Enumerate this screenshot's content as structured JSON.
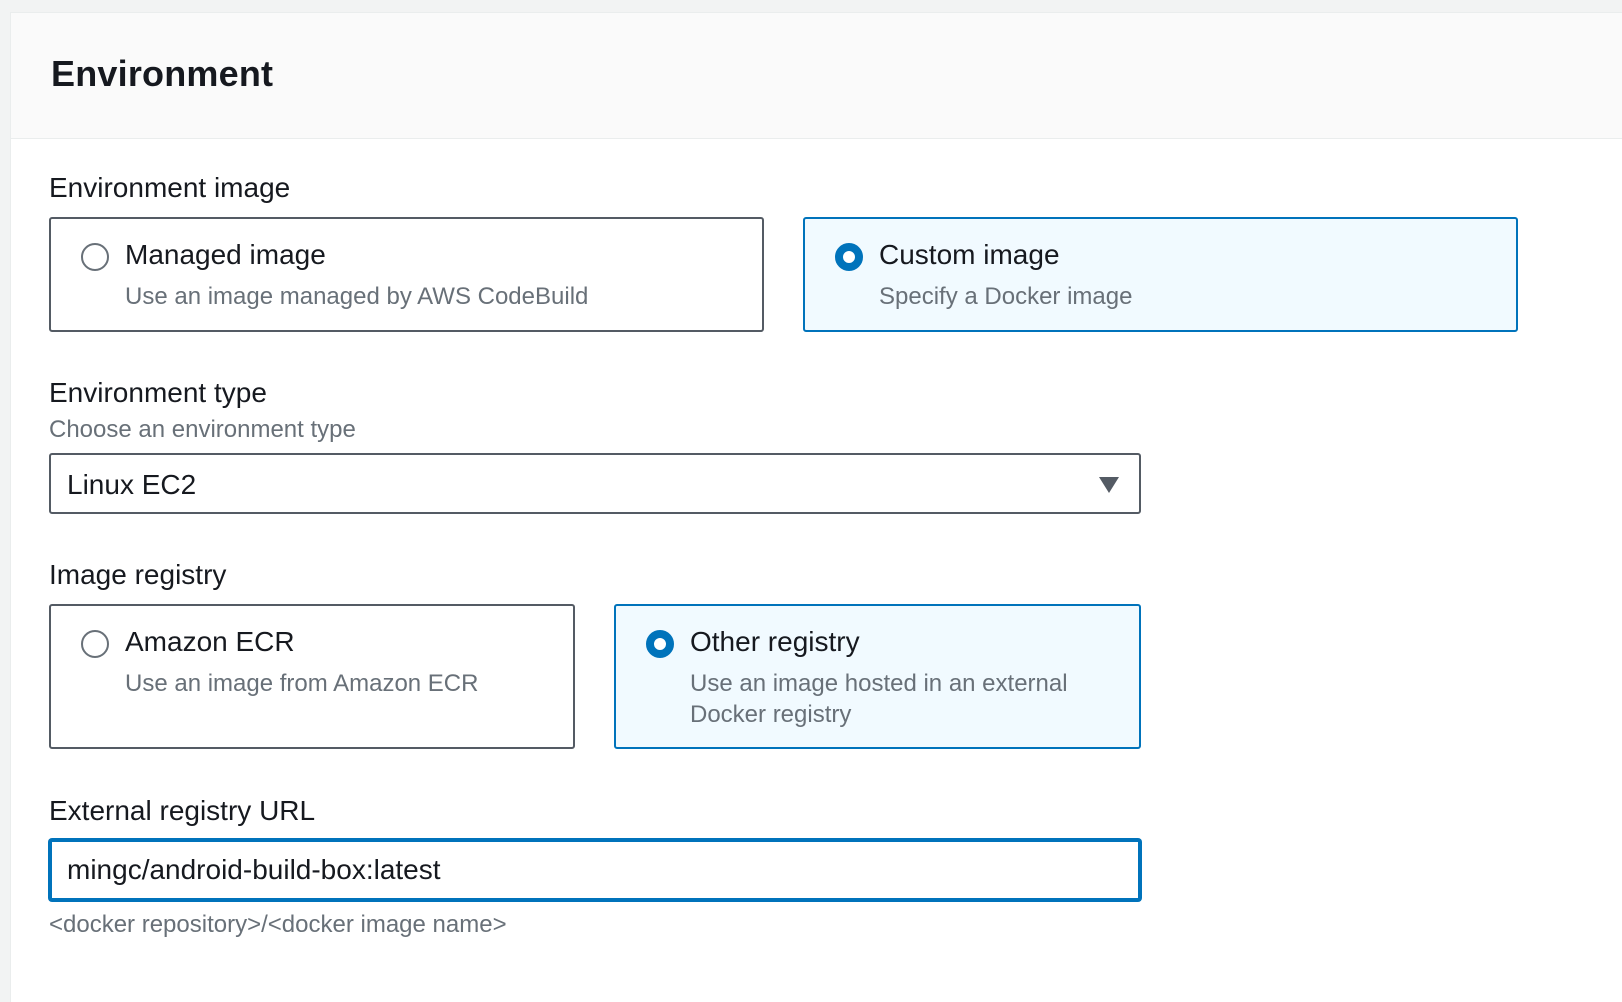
{
  "section": {
    "title": "Environment"
  },
  "environment_image": {
    "label": "Environment image",
    "options": [
      {
        "title": "Managed image",
        "description": "Use an image managed by AWS CodeBuild",
        "selected": false
      },
      {
        "title": "Custom image",
        "description": "Specify a Docker image",
        "selected": true
      }
    ]
  },
  "environment_type": {
    "label": "Environment type",
    "description": "Choose an environment type",
    "selected_value": "Linux EC2"
  },
  "image_registry": {
    "label": "Image registry",
    "options": [
      {
        "title": "Amazon ECR",
        "description": "Use an image from Amazon ECR",
        "selected": false
      },
      {
        "title": "Other registry",
        "description": "Use an image hosted in an external Docker registry",
        "selected": true
      }
    ]
  },
  "external_registry_url": {
    "label": "External registry URL",
    "value": "mingc/android-build-box:latest",
    "hint": "<docker repository>/<docker image name>"
  },
  "colors": {
    "accent": "#0073bb",
    "selected_tile_bg": "#f1faff",
    "border": "#545b64",
    "muted_text": "#687078"
  }
}
